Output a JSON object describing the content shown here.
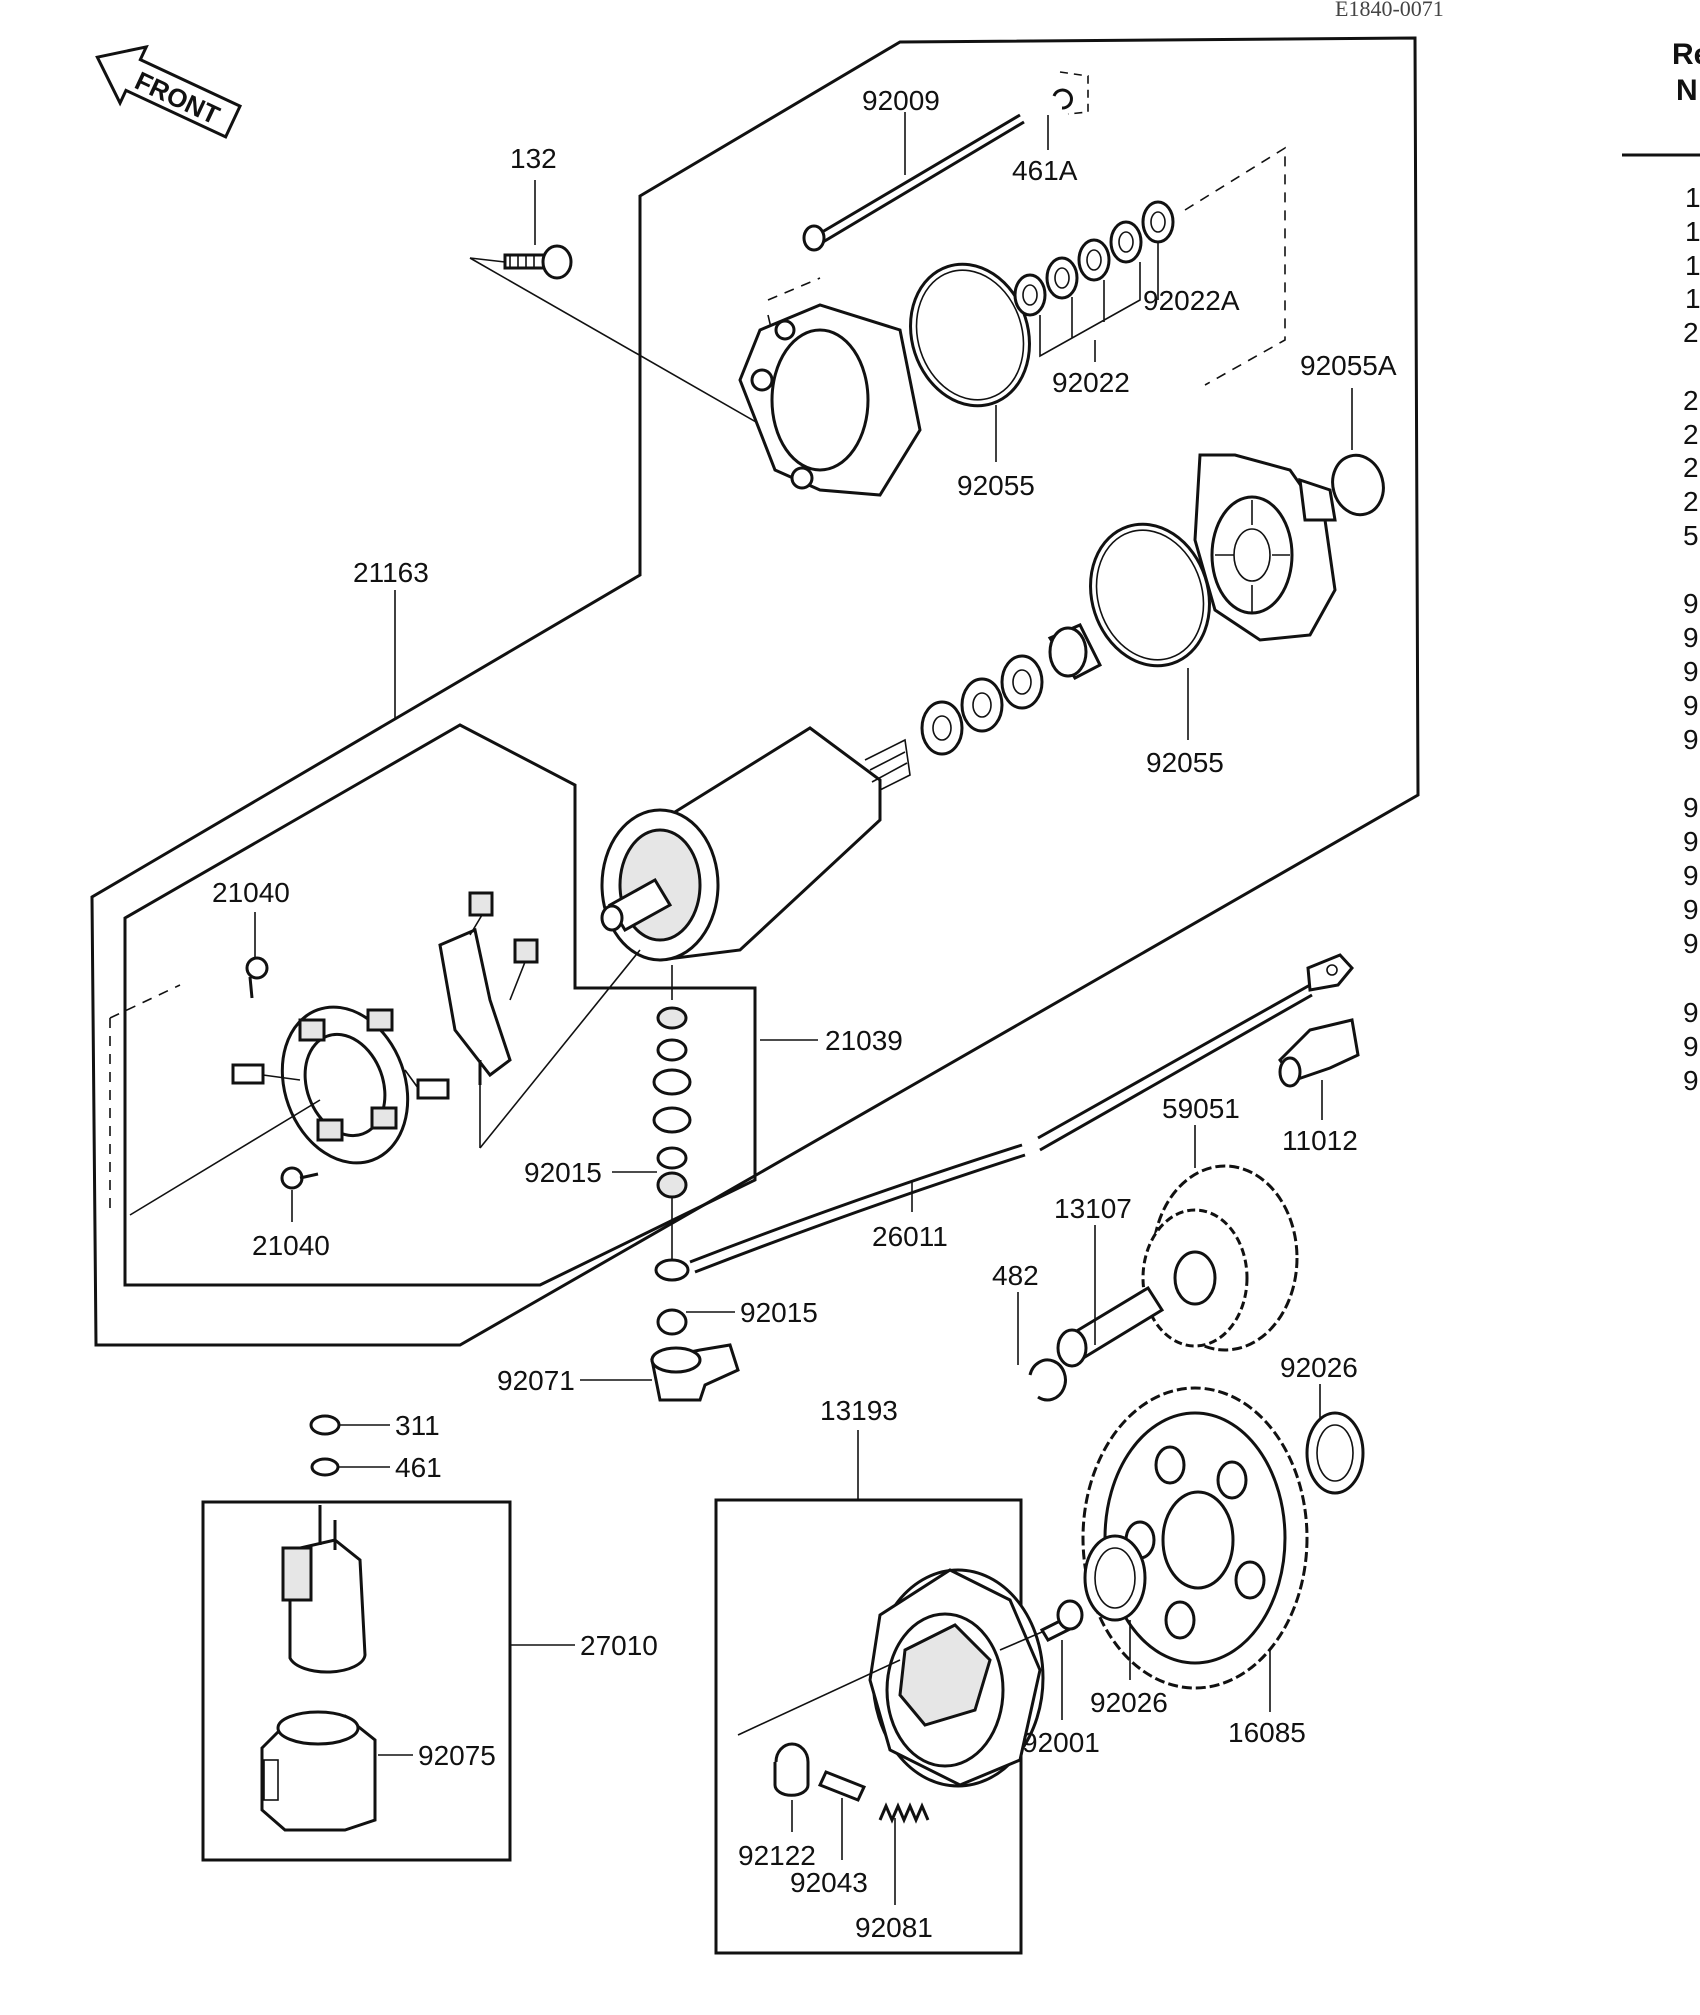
{
  "figure_code": "E1840-0071",
  "front_arrow": "FRONT",
  "labels": {
    "p92009": "92009",
    "p461A": "461A",
    "p132": "132",
    "p92022A": "92022A",
    "p92022": "92022",
    "p92055A": "92055A",
    "p92055_top": "92055",
    "p92055_mid": "92055",
    "p21163": "21163",
    "p21040_a": "21040",
    "p21040_b": "21040",
    "p21039": "21039",
    "p92015_a": "92015",
    "p92015_b": "92015",
    "p26011": "26011",
    "p11012": "11012",
    "p59051": "59051",
    "p13107": "13107",
    "p482": "482",
    "p92026_a": "92026",
    "p92026_b": "92026",
    "p92071": "92071",
    "p311": "311",
    "p461": "461",
    "p13193": "13193",
    "p27010": "27010",
    "p92075": "92075",
    "p92001": "92001",
    "p16085": "16085",
    "p92122": "92122",
    "p92043": "92043",
    "p92081": "92081"
  },
  "ref_column": {
    "header_line1": "Re",
    "header_line2": "N",
    "rows": [
      "1",
      "1",
      "1",
      "1",
      "2",
      "2",
      "2",
      "2",
      "2",
      "5",
      "9",
      "9",
      "9",
      "9",
      "9",
      "9",
      "9",
      "9",
      "9",
      "9",
      "9",
      "9",
      "9"
    ]
  }
}
